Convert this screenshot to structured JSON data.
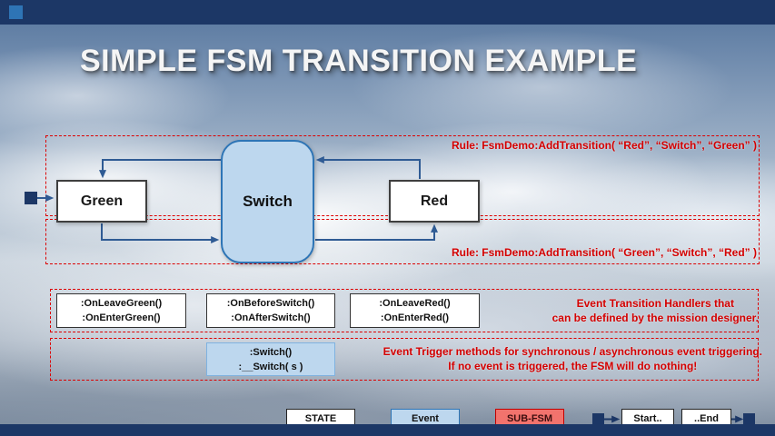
{
  "title": "SIMPLE FSM TRANSITION EXAMPLE",
  "rules": {
    "red_to_green": "Rule: FsmDemo:AddTransition( “Red”, “Switch”, “Green” )",
    "green_to_red": "Rule: FsmDemo:AddTransition( “Green”, “Switch”, “Red” )"
  },
  "diagram": {
    "states": {
      "green": "Green",
      "red": "Red"
    },
    "event": "Switch"
  },
  "handlers": {
    "green": [
      ":OnLeaveGreen()",
      ":OnEnterGreen()"
    ],
    "switch": [
      ":OnBeforeSwitch()",
      ":OnAfterSwitch()"
    ],
    "red": [
      ":OnLeaveRed()",
      ":OnEnterRed()"
    ],
    "note": [
      "Event Transition Handlers that",
      "can be defined by the mission designer."
    ]
  },
  "triggers": {
    "switch": [
      ":Switch()",
      ":__Switch( s )"
    ],
    "note": [
      "Event Trigger methods for synchronous / asynchronous  event triggering.",
      "If no event is triggered, the FSM will do nothing!"
    ]
  },
  "legend": {
    "state": "STATE",
    "event": "Event",
    "subfsm": "SUB-FSM",
    "start": "Start..",
    "end": "..End"
  },
  "icons": {
    "start_marker": "navy-square",
    "end_marker": "navy-square",
    "transition_arrow": "steel-blue-arrow"
  },
  "colors": {
    "navy": "#1c3766",
    "rule_red": "#d40000",
    "event_fill": "#bdd7ee",
    "event_border": "#2e75b6",
    "subfsm_fill": "#f2736d",
    "arrow_blue": "#2f5b94"
  }
}
